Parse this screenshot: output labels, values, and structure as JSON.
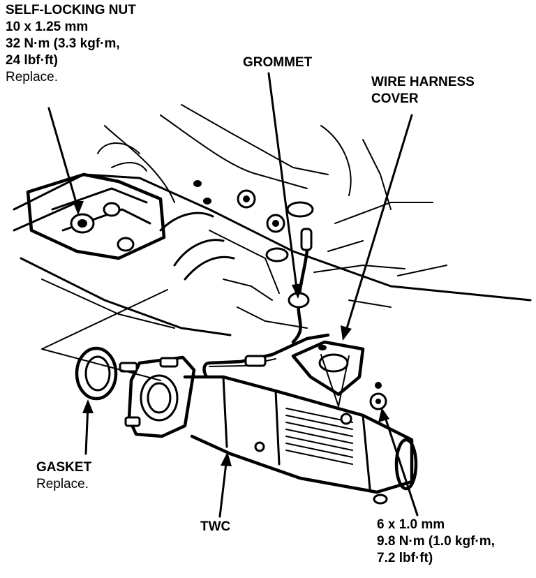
{
  "labels": {
    "self_locking_nut": {
      "title": "SELF-LOCKING NUT",
      "size": "10 x 1.25 mm",
      "torque_line1": "32 N·m (3.3 kgf·m,",
      "torque_line2": "24 lbf·ft)",
      "note": "Replace."
    },
    "grommet": {
      "title": "GROMMET"
    },
    "wire_harness_cover": {
      "title_line1": "WIRE HARNESS",
      "title_line2": "COVER"
    },
    "gasket": {
      "title": "GASKET",
      "note": "Replace."
    },
    "twc": {
      "title": "TWC"
    },
    "bolt": {
      "size": "6 x 1.0 mm",
      "torque_line1": "9.8 N·m (1.0 kgf·m,",
      "torque_line2": "7.2 lbf·ft)"
    }
  }
}
